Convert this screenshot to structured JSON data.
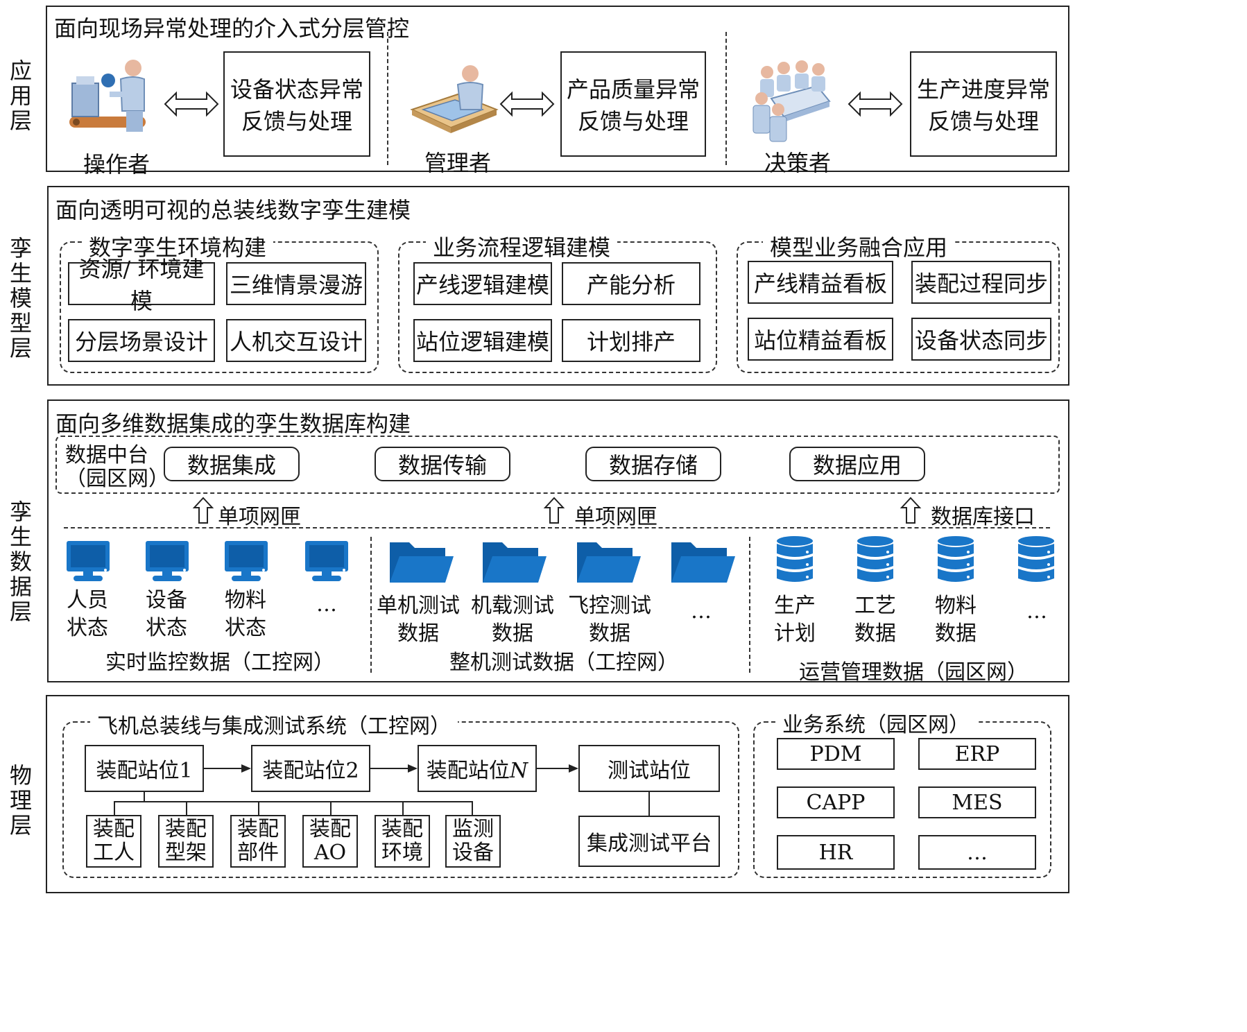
{
  "layers": {
    "application": "应用层",
    "twin_model": "孪生模型层",
    "twin_data": "孪生数据层",
    "physical": "物理层"
  },
  "application": {
    "title": "面向现场异常处理的介入式分层管控",
    "roles": [
      {
        "name": "操作者",
        "box": [
          "设备状态异常",
          "反馈与处理"
        ],
        "icon": "operator-icon"
      },
      {
        "name": "管理者",
        "box": [
          "产品质量异常",
          "反馈与处理"
        ],
        "icon": "manager-icon"
      },
      {
        "name": "决策者",
        "box": [
          "生产进度异常",
          "反馈与处理"
        ],
        "icon": "decision-maker-icon"
      }
    ]
  },
  "twin_model": {
    "title": "面向透明可视的总装线数字孪生建模",
    "groups": [
      {
        "title": "数字孪生环境构建",
        "items": [
          "资源/ 环境建模",
          "三维情景漫游",
          "分层场景设计",
          "人机交互设计"
        ]
      },
      {
        "title": "业务流程逻辑建模",
        "items": [
          "产线逻辑建模",
          "产能分析",
          "站位逻辑建模",
          "计划排产"
        ]
      },
      {
        "title": "模型业务融合应用",
        "items": [
          "产线精益看板",
          "装配过程同步",
          "站位精益看板",
          "设备状态同步"
        ]
      }
    ]
  },
  "twin_data": {
    "title": "面向多维数据集成的孪生数据库构建",
    "platform_label_1": "数据中台",
    "platform_label_2": "（园区网）",
    "platform_items": [
      "数据集成",
      "数据传输",
      "数据存储",
      "数据应用"
    ],
    "arrows": [
      "单项网匣",
      "单项网匣",
      "数据库接口"
    ],
    "groups": [
      {
        "caption": "实时监控数据（工控网）",
        "icon": "monitor-icon",
        "items": [
          [
            "人员",
            "状态"
          ],
          [
            "设备",
            "状态"
          ],
          [
            "物料",
            "状态"
          ],
          [
            "…",
            ""
          ]
        ]
      },
      {
        "caption": "整机测试数据（工控网）",
        "icon": "folder-icon",
        "items": [
          [
            "单机测试",
            "数据"
          ],
          [
            "机载测试",
            "数据"
          ],
          [
            "飞控测试",
            "数据"
          ],
          [
            "…",
            ""
          ]
        ]
      },
      {
        "caption": "运营管理数据（园区网）",
        "icon": "database-icon",
        "items": [
          [
            "生产",
            "计划"
          ],
          [
            "工艺",
            "数据"
          ],
          [
            "物料",
            "数据"
          ],
          [
            "…",
            ""
          ]
        ]
      }
    ]
  },
  "physical": {
    "assembly_title": "飞机总装线与集成测试系统（工控网）",
    "stations": [
      "装配站位1",
      "装配站位2",
      "装配站位N",
      "测试站位"
    ],
    "resources": [
      [
        "装配",
        "工人"
      ],
      [
        "装配",
        "型架"
      ],
      [
        "装配",
        "部件"
      ],
      [
        "装配",
        "AO"
      ],
      [
        "装配",
        "环境"
      ],
      [
        "监测",
        "设备"
      ]
    ],
    "platform": "集成测试平台",
    "business_title": "业务系统（园区网）",
    "systems": [
      "PDM",
      "ERP",
      "CAPP",
      "MES",
      "HR",
      "…"
    ]
  },
  "colors": {
    "icon_blue": "#1976c8",
    "icon_blue_dark": "#0e5ea8",
    "line": "#222222"
  }
}
